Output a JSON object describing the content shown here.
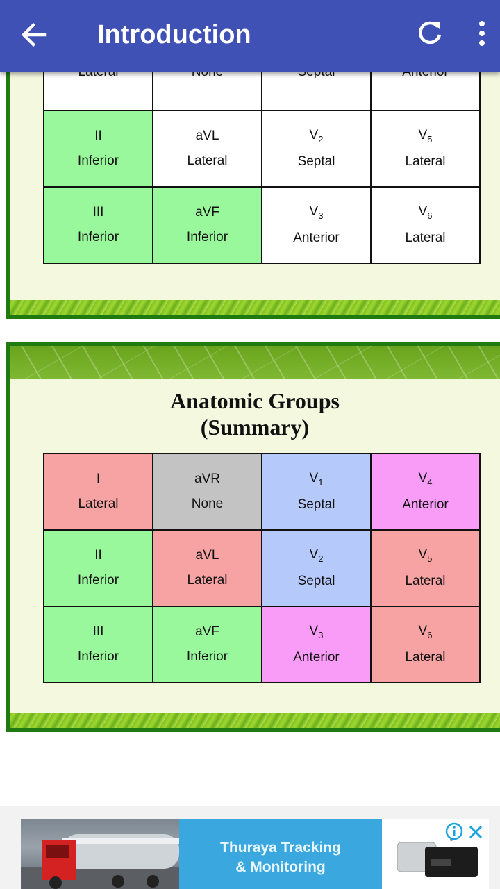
{
  "appbar": {
    "title": "Introduction",
    "color": "#3f51b5"
  },
  "slide1": {
    "rows": [
      [
        {
          "lead": "",
          "sub": "",
          "group": "Lateral",
          "color": "white"
        },
        {
          "lead": "",
          "sub": "",
          "group": "None",
          "color": "white"
        },
        {
          "lead": "",
          "sub": "",
          "group": "Septal",
          "color": "white"
        },
        {
          "lead": "",
          "sub": "",
          "group": "Anterior",
          "color": "white"
        }
      ],
      [
        {
          "lead": "II",
          "sub": "",
          "group": "Inferior",
          "color": "green"
        },
        {
          "lead": "aVL",
          "sub": "",
          "group": "Lateral",
          "color": "white"
        },
        {
          "lead": "V",
          "sub": "2",
          "group": "Septal",
          "color": "white"
        },
        {
          "lead": "V",
          "sub": "5",
          "group": "Lateral",
          "color": "white"
        }
      ],
      [
        {
          "lead": "III",
          "sub": "",
          "group": "Inferior",
          "color": "green"
        },
        {
          "lead": "aVF",
          "sub": "",
          "group": "Inferior",
          "color": "green"
        },
        {
          "lead": "V",
          "sub": "3",
          "group": "Anterior",
          "color": "white"
        },
        {
          "lead": "V",
          "sub": "6",
          "group": "Lateral",
          "color": "white"
        }
      ]
    ]
  },
  "slide2": {
    "title_line1": "Anatomic Groups",
    "title_line2": "(Summary)",
    "rows": [
      [
        {
          "lead": "I",
          "sub": "",
          "group": "Lateral",
          "color": "red"
        },
        {
          "lead": "aVR",
          "sub": "",
          "group": "None",
          "color": "gray"
        },
        {
          "lead": "V",
          "sub": "1",
          "group": "Septal",
          "color": "blue"
        },
        {
          "lead": "V",
          "sub": "4",
          "group": "Anterior",
          "color": "pink"
        }
      ],
      [
        {
          "lead": "II",
          "sub": "",
          "group": "Inferior",
          "color": "green"
        },
        {
          "lead": "aVL",
          "sub": "",
          "group": "Lateral",
          "color": "red"
        },
        {
          "lead": "V",
          "sub": "2",
          "group": "Septal",
          "color": "blue"
        },
        {
          "lead": "V",
          "sub": "5",
          "group": "Lateral",
          "color": "red"
        }
      ],
      [
        {
          "lead": "III",
          "sub": "",
          "group": "Inferior",
          "color": "green"
        },
        {
          "lead": "aVF",
          "sub": "",
          "group": "Inferior",
          "color": "green"
        },
        {
          "lead": "V",
          "sub": "3",
          "group": "Anterior",
          "color": "pink"
        },
        {
          "lead": "V",
          "sub": "6",
          "group": "Lateral",
          "color": "red"
        }
      ]
    ]
  },
  "ad": {
    "text_line1": "Thuraya Tracking",
    "text_line2": "& Monitoring"
  },
  "icons": {
    "back": "arrow-back-icon",
    "refresh": "refresh-icon",
    "more": "more-vert-icon",
    "info": "info-icon",
    "close": "close-icon"
  }
}
